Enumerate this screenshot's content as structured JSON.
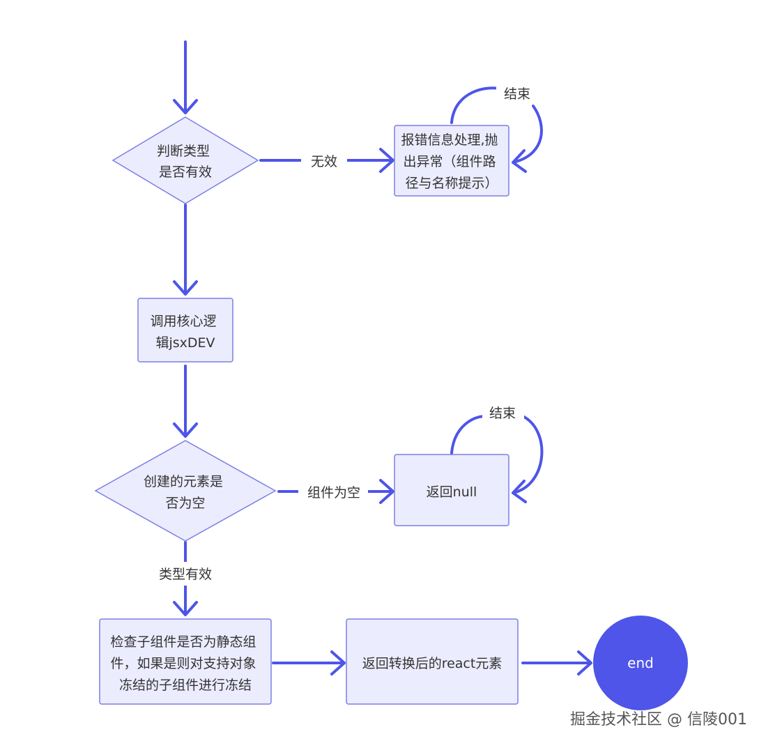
{
  "nodes": {
    "check_type": {
      "lines": [
        "判断类型",
        "是否有效"
      ]
    },
    "error_handle": {
      "lines": [
        "报错信息处理,抛",
        "出异常（组件路",
        "径与名称提示）"
      ]
    },
    "call_core": {
      "lines": [
        "调用核心逻",
        "辑jsxDEV"
      ]
    },
    "check_empty": {
      "lines": [
        "创建的元素是",
        "否为空"
      ]
    },
    "return_null": {
      "lines": [
        "返回null"
      ]
    },
    "check_static": {
      "lines": [
        "检查子组件是否为静态组",
        "件，如果是则对支持对象",
        "冻结的子组件进行冻结"
      ]
    },
    "return_react": {
      "lines": [
        "返回转换后的react元素"
      ]
    },
    "end": {
      "label": "end"
    }
  },
  "edges": {
    "invalid": "无效",
    "end_top": "结束",
    "empty": "组件为空",
    "end_middle": "结束",
    "type_valid": "类型有效"
  },
  "colors": {
    "node_fill": "#ECECFF",
    "node_stroke": "#7B7FE3",
    "edge": "#4E55E8",
    "end_fill": "#4E55E8"
  },
  "watermark": "掘金技术社区 @ 信陵001"
}
